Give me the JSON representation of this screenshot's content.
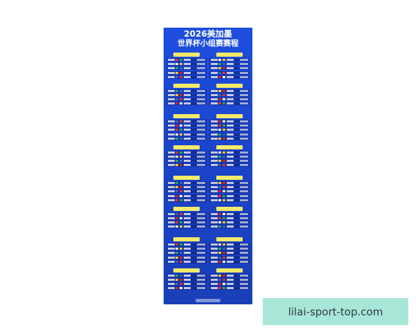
{
  "poster": {
    "title_line1": "2026美加墨",
    "title_line2": "世界杯小组赛赛程"
  },
  "banner": {
    "site": "lilai-sport-top.com"
  },
  "colors": {
    "poster_blue": "#1d4fe0",
    "header_yellow": "#f3ea6a",
    "banner_green": "#a8e6d7"
  }
}
